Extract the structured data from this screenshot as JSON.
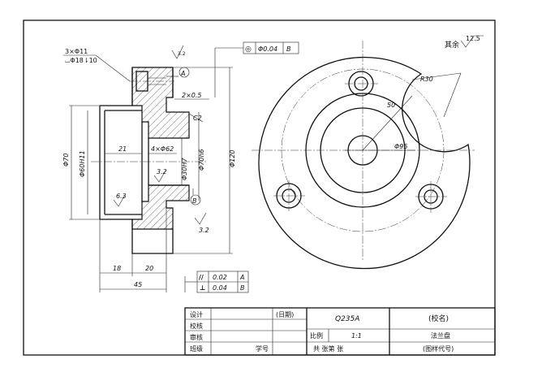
{
  "surface_roughness_note": {
    "label": "其余",
    "value": "12.5"
  },
  "hole_note": {
    "line1": "3×Φ11",
    "line2": "⌴Φ18⇂10"
  },
  "datums": {
    "a": "A",
    "b": "B"
  },
  "runout_frame": {
    "symbol": "◎",
    "value": "Φ0.04",
    "datum": "B"
  },
  "section_dims": {
    "chamfer": "2×0.5",
    "chamfer_c": "C2",
    "d70": "Φ70",
    "d60": "Φ60H11",
    "depth21": "21",
    "d62": "4×Φ62",
    "rough32a": "3.2",
    "d30": "Φ30H7",
    "d70h6": "Φ70h6",
    "d120": "Φ120",
    "rough63": "6.3",
    "rough32b": "3.2",
    "rough32c": "3.2",
    "len18": "18",
    "len20": "20",
    "len45": "45"
  },
  "tolerance_frames": [
    {
      "symbol": "//",
      "value": "0.02",
      "datum": "A"
    },
    {
      "symbol": "⊥",
      "value": "0.04",
      "datum": "B"
    }
  ],
  "front_view_dims": {
    "r30": "R30",
    "r50": "50",
    "d95": "Φ95"
  },
  "title_block": {
    "design": "设计",
    "check": "校核",
    "review": "审核",
    "class": "班级",
    "student_no": "学号",
    "date": "(日期)",
    "material": "Q235A",
    "scale_label": "比例",
    "scale_value": "1:1",
    "sheets": "共    张第    张",
    "school": "(校名)",
    "part_name": "法兰盘",
    "drawing_no": "(图样代号)"
  }
}
